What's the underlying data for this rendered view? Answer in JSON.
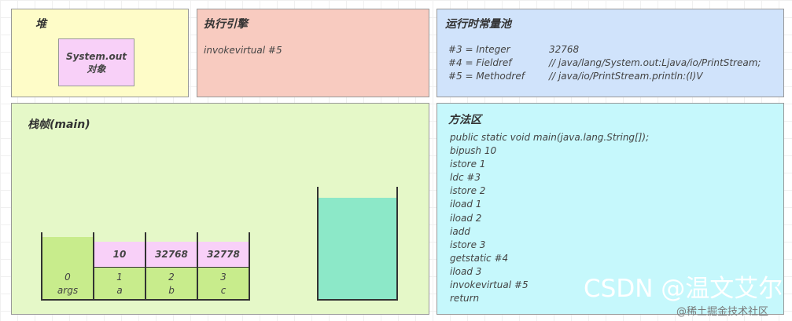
{
  "heap": {
    "title": "堆",
    "object_line1": "System.out",
    "object_line2": "对象"
  },
  "engine": {
    "title": "执行引擎",
    "instruction": "invokevirtual #5"
  },
  "constant_pool": {
    "title": "运行时常量池",
    "entries": [
      {
        "key": "#3 = Integer",
        "value": "32768"
      },
      {
        "key": "#4 = Fieldref",
        "value": "// java/lang/System.out:Ljava/io/PrintStream;"
      },
      {
        "key": "#5 = Methodref",
        "value": "// java/io/PrintStream.println:(I)V"
      }
    ]
  },
  "stack_frame": {
    "title": "栈帧(main)",
    "locals": [
      {
        "index": "0",
        "name": "args",
        "value": ""
      },
      {
        "index": "1",
        "name": "a",
        "value": "10"
      },
      {
        "index": "2",
        "name": "b",
        "value": "32768"
      },
      {
        "index": "3",
        "name": "c",
        "value": "32778"
      }
    ],
    "operand_stack_fill_percent": 90
  },
  "method_area": {
    "title": "方法区",
    "lines": [
      "public static void main(java.lang.String[]);",
      "bipush 10",
      "istore 1",
      "ldc #3",
      "istore 2",
      "iload 1",
      "iload 2",
      "iadd",
      "istore 3",
      "getstatic #4",
      "iload 3",
      "invokevirtual #5",
      "return"
    ]
  },
  "watermark": {
    "main": "CSDN @温文艾尔",
    "sub": "@稀土掘金技术社区"
  },
  "colors": {
    "heap": "#fefcc8",
    "engine": "#f8cbc0",
    "pool": "#d0e3fb",
    "frame": "#e5f8c8",
    "method": "#c6f8fc",
    "pink": "#f8d0f8",
    "green": "#c8ec8c",
    "operand": "#8ce8c8"
  }
}
